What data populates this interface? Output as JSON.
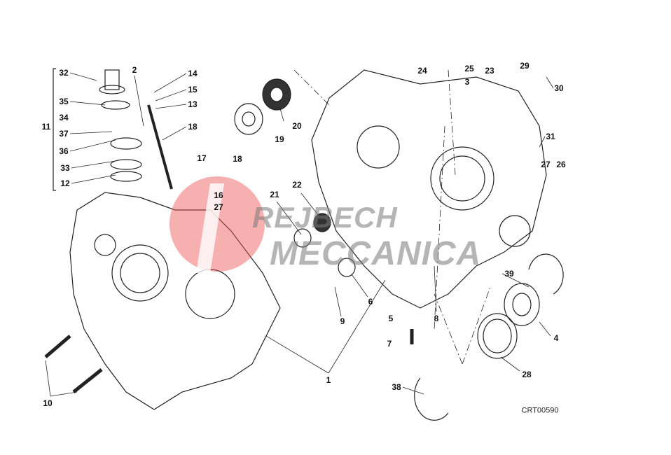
{
  "diagram": {
    "drawing_code": "CRT00590",
    "watermark": {
      "line1": "REJBECH",
      "line2": "MECCANICA"
    },
    "callouts": [
      "32",
      "2",
      "14",
      "15",
      "13",
      "35",
      "34",
      "37",
      "11",
      "36",
      "33",
      "12",
      "18",
      "17",
      "18",
      "19",
      "20",
      "16",
      "27",
      "21",
      "22",
      "24",
      "25",
      "3",
      "23",
      "29",
      "30",
      "31",
      "27",
      "26",
      "39",
      "4",
      "28",
      "5",
      "7",
      "8",
      "6",
      "9",
      "1",
      "38",
      "10"
    ]
  }
}
